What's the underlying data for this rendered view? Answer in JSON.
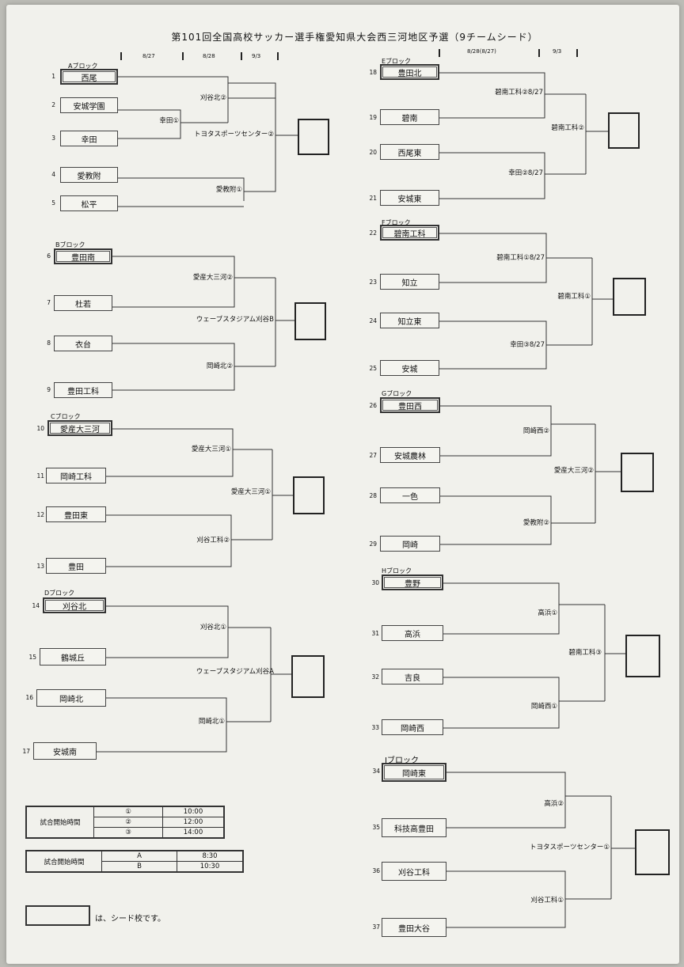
{
  "title": "第101回全国高校サッカー選手権愛知県大会西三河地区予選（9チームシード）",
  "dates": {
    "left": [
      "8/27",
      "8/28",
      "9/3"
    ],
    "right": [
      "8/28(8/27)",
      "9/3"
    ]
  },
  "blocks": {
    "A": "Aブロック",
    "B": "Bブロック",
    "C": "Cブロック",
    "D": "Dブロック",
    "E": "Eブロック",
    "F": "Fブロック",
    "G": "Gブロック",
    "H": "Hブロック",
    "I": "Iブロック"
  },
  "teams": [
    {
      "no": "1",
      "name": "西尾"
    },
    {
      "no": "2",
      "name": "安城学園"
    },
    {
      "no": "3",
      "name": "幸田"
    },
    {
      "no": "4",
      "name": "愛教附"
    },
    {
      "no": "5",
      "name": "松平"
    },
    {
      "no": "6",
      "name": "豊田南"
    },
    {
      "no": "7",
      "name": "杜若"
    },
    {
      "no": "8",
      "name": "衣台"
    },
    {
      "no": "9",
      "name": "豊田工科"
    },
    {
      "no": "10",
      "name": "愛産大三河"
    },
    {
      "no": "11",
      "name": "岡崎工科"
    },
    {
      "no": "12",
      "name": "豊田東"
    },
    {
      "no": "13",
      "name": "豊田"
    },
    {
      "no": "14",
      "name": "刈谷北"
    },
    {
      "no": "15",
      "name": "鶴城丘"
    },
    {
      "no": "16",
      "name": "岡崎北"
    },
    {
      "no": "17",
      "name": "安城南"
    },
    {
      "no": "18",
      "name": "豊田北"
    },
    {
      "no": "19",
      "name": "碧南"
    },
    {
      "no": "20",
      "name": "西尾東"
    },
    {
      "no": "21",
      "name": "安城東"
    },
    {
      "no": "22",
      "name": "碧南工科"
    },
    {
      "no": "23",
      "name": "知立"
    },
    {
      "no": "24",
      "name": "知立東"
    },
    {
      "no": "25",
      "name": "安城"
    },
    {
      "no": "26",
      "name": "豊田西"
    },
    {
      "no": "27",
      "name": "安城農林"
    },
    {
      "no": "28",
      "name": "一色"
    },
    {
      "no": "29",
      "name": "岡崎"
    },
    {
      "no": "30",
      "name": "豊野"
    },
    {
      "no": "31",
      "name": "高浜"
    },
    {
      "no": "32",
      "name": "吉良"
    },
    {
      "no": "33",
      "name": "岡崎西"
    },
    {
      "no": "34",
      "name": "岡崎東"
    },
    {
      "no": "35",
      "name": "科技高豊田"
    },
    {
      "no": "36",
      "name": "刈谷工科"
    },
    {
      "no": "37",
      "name": "豊田大谷"
    }
  ],
  "matches": {
    "a1": "幸田①",
    "a2": "刈谷北②",
    "a3": "愛教附①",
    "a4": "トヨタスポーツセンター②",
    "b1": "愛産大三河②",
    "b2": "岡崎北②",
    "b3": "ウェーブスタジアム刈谷B",
    "c1": "愛産大三河①",
    "c2": "刈谷工科②",
    "c3": "愛産大三河①",
    "d1": "刈谷北①",
    "d2": "岡崎北①",
    "d3": "ウェーブスタジアム刈谷A",
    "e1": "碧南工科②8/27",
    "e2": "幸田②8/27",
    "e3": "碧南工科②",
    "f1": "碧南工科①8/27",
    "f2": "幸田③8/27",
    "f3": "碧南工科①",
    "g1": "岡崎西②",
    "g2": "愛教附②",
    "g3": "愛産大三河②",
    "h1": "高浜①",
    "h2": "岡崎西①",
    "h3": "碧南工科③",
    "i1": "高浜②",
    "i2": "刈谷工科①",
    "i3": "トヨタスポーツセンター①"
  },
  "schedule1": {
    "header": "試合開始時間",
    "rows": [
      [
        "①",
        "10:00"
      ],
      [
        "②",
        "12:00"
      ],
      [
        "③",
        "14:00"
      ]
    ]
  },
  "schedule2": {
    "header": "試合開始時間",
    "rows": [
      [
        "A",
        "8:30"
      ],
      [
        "B",
        "10:30"
      ]
    ]
  },
  "legend": {
    "text": "は、シード校です。"
  }
}
